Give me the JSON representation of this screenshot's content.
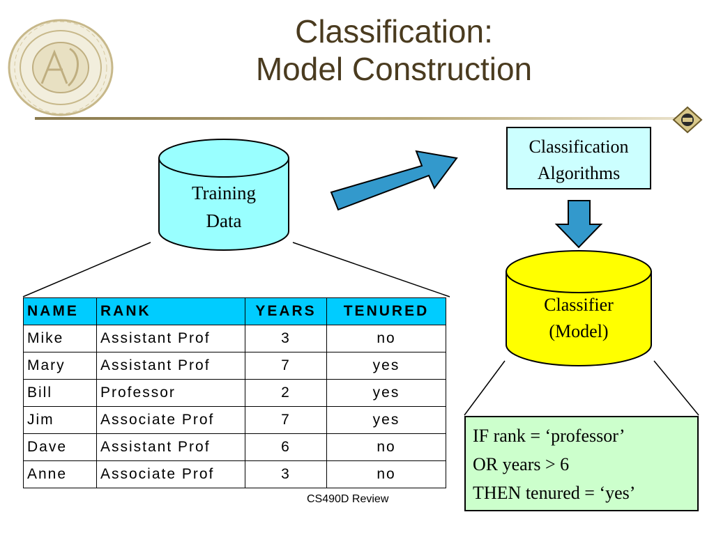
{
  "title": {
    "line1": "Classification:",
    "line2": "Model Construction"
  },
  "training_cylinder": {
    "line1": "Training",
    "line2": "Data",
    "color": "#99ffff"
  },
  "algorithms_box": {
    "line1": "Classification",
    "line2": "Algorithms",
    "color": "#ccffff"
  },
  "classifier_cylinder": {
    "line1": "Classifier",
    "line2": "(Model)",
    "color": "#ffff00"
  },
  "rule_box": {
    "line1": "IF rank = ‘professor’",
    "line2": "OR years > 6",
    "line3": "THEN tenured = ‘yes’",
    "color": "#ccffcc"
  },
  "table": {
    "headers": [
      "NAME",
      "RANK",
      "YEARS",
      "TENURED"
    ],
    "header_color": "#00ccff",
    "rows": [
      [
        "Mike",
        "Assistant Prof",
        "3",
        "no"
      ],
      [
        "Mary",
        "Assistant Prof",
        "7",
        "yes"
      ],
      [
        "Bill",
        "Professor",
        "2",
        "yes"
      ],
      [
        "Jim",
        "Associate Prof",
        "7",
        "yes"
      ],
      [
        "Dave",
        "Assistant Prof",
        "6",
        "no"
      ],
      [
        "Anne",
        "Associate Prof",
        "3",
        "no"
      ]
    ]
  },
  "footer": "CS490D Review",
  "arrow_color": "#3399cc",
  "icons": {
    "seal": "university-seal-icon",
    "corner_logo": "corner-logo-icon"
  }
}
